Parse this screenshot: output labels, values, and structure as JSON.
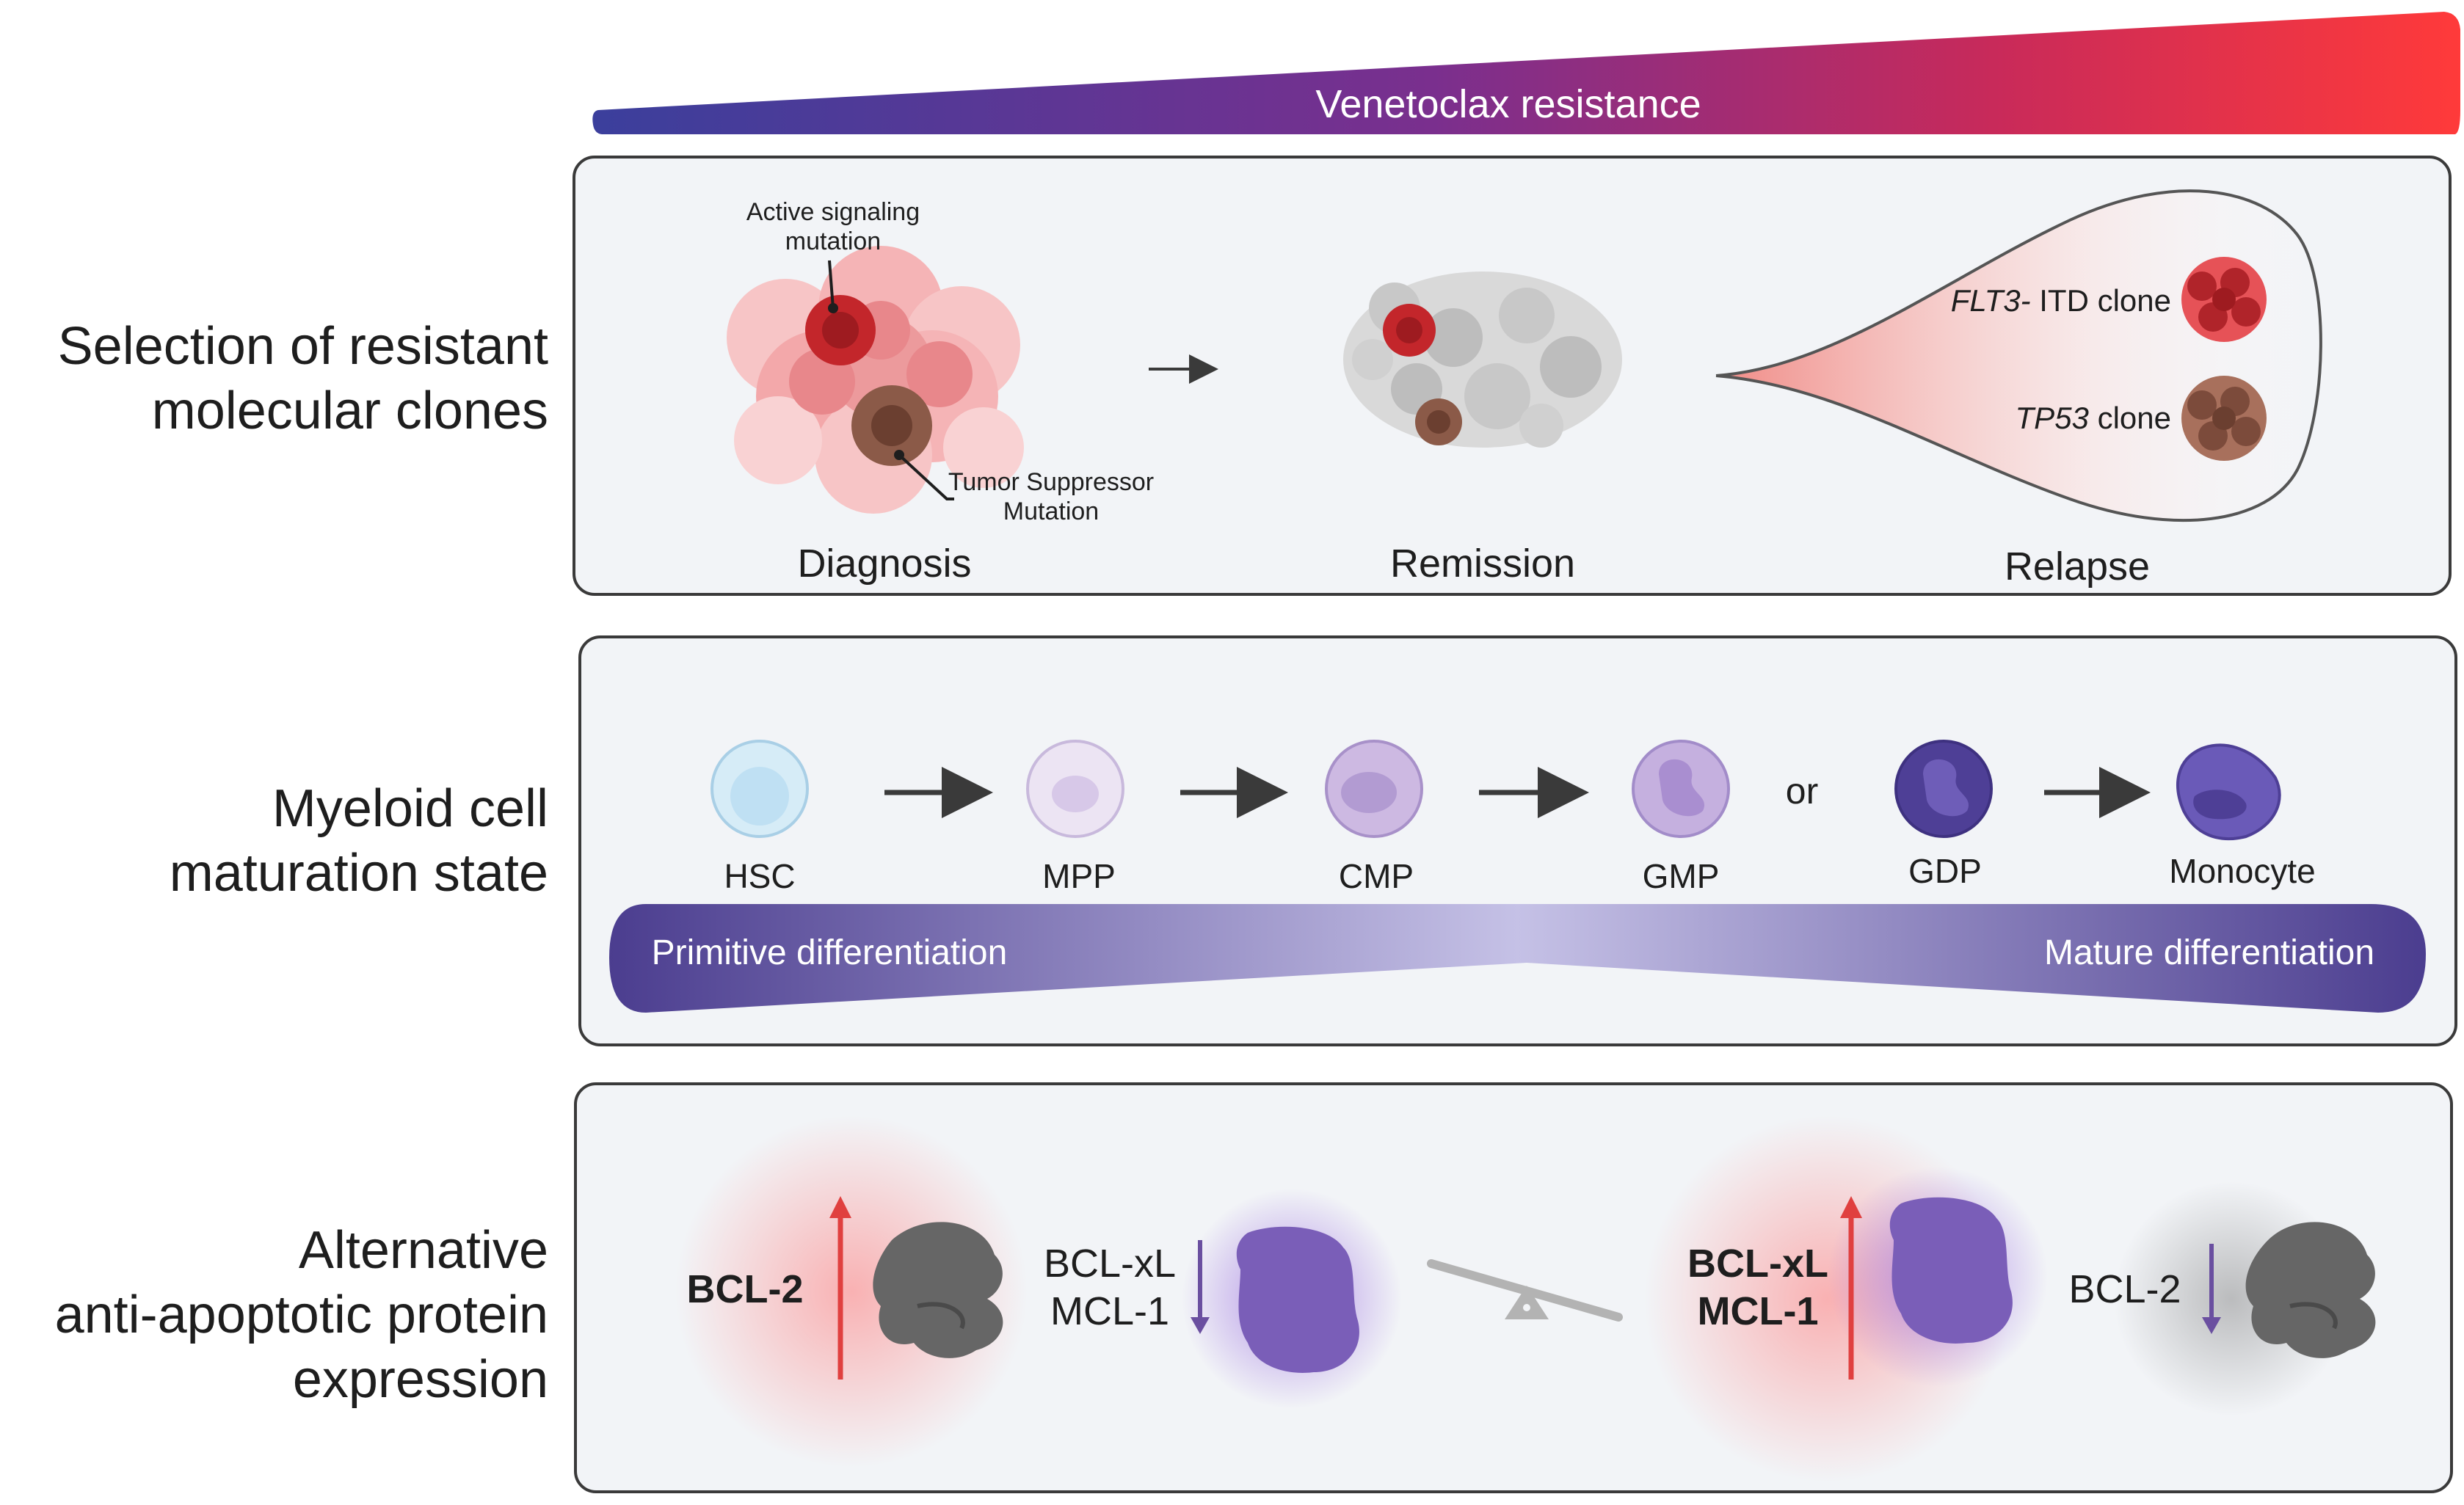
{
  "banner": {
    "label": "Venetoclax resistance",
    "start_color": "#3b3f9c",
    "end_color": "#ff3a3a"
  },
  "rows": {
    "selection": {
      "label_line1": "Selection of resistant",
      "label_line2": "molecular clones",
      "annotation_active_line1": "Active signaling",
      "annotation_active_line2": "mutation",
      "annotation_tumor_line1": "Tumor Suppressor",
      "annotation_tumor_line2": "Mutation",
      "stage_diagnosis": "Diagnosis",
      "stage_remission": "Remission",
      "stage_relapse": "Relapse",
      "clone_flt3_gene": "FLT3-",
      "clone_flt3_rest": " ITD clone",
      "clone_tp53_gene": "TP53",
      "clone_tp53_rest": " clone"
    },
    "maturation": {
      "label_line1": "Myeloid cell",
      "label_line2": "maturation state",
      "cells": [
        "HSC",
        "MPP",
        "CMP",
        "GMP",
        "GDP",
        "Monocyte"
      ],
      "or_text": "or",
      "primitive": "Primitive differentiation",
      "mature": "Mature differentiation"
    },
    "protein": {
      "label_line1": "Alternative",
      "label_line2": "anti-apoptotic protein",
      "label_line3": "expression",
      "left_up": "BCL-2",
      "left_down_line1": "BCL-xL",
      "left_down_line2": "MCL-1",
      "right_up_line1": "BCL-xL",
      "right_up_line2": "MCL-1",
      "right_down": "BCL-2",
      "up_arrow_color": "#e0403f",
      "down_arrow_color": "#6a4fa0"
    }
  }
}
